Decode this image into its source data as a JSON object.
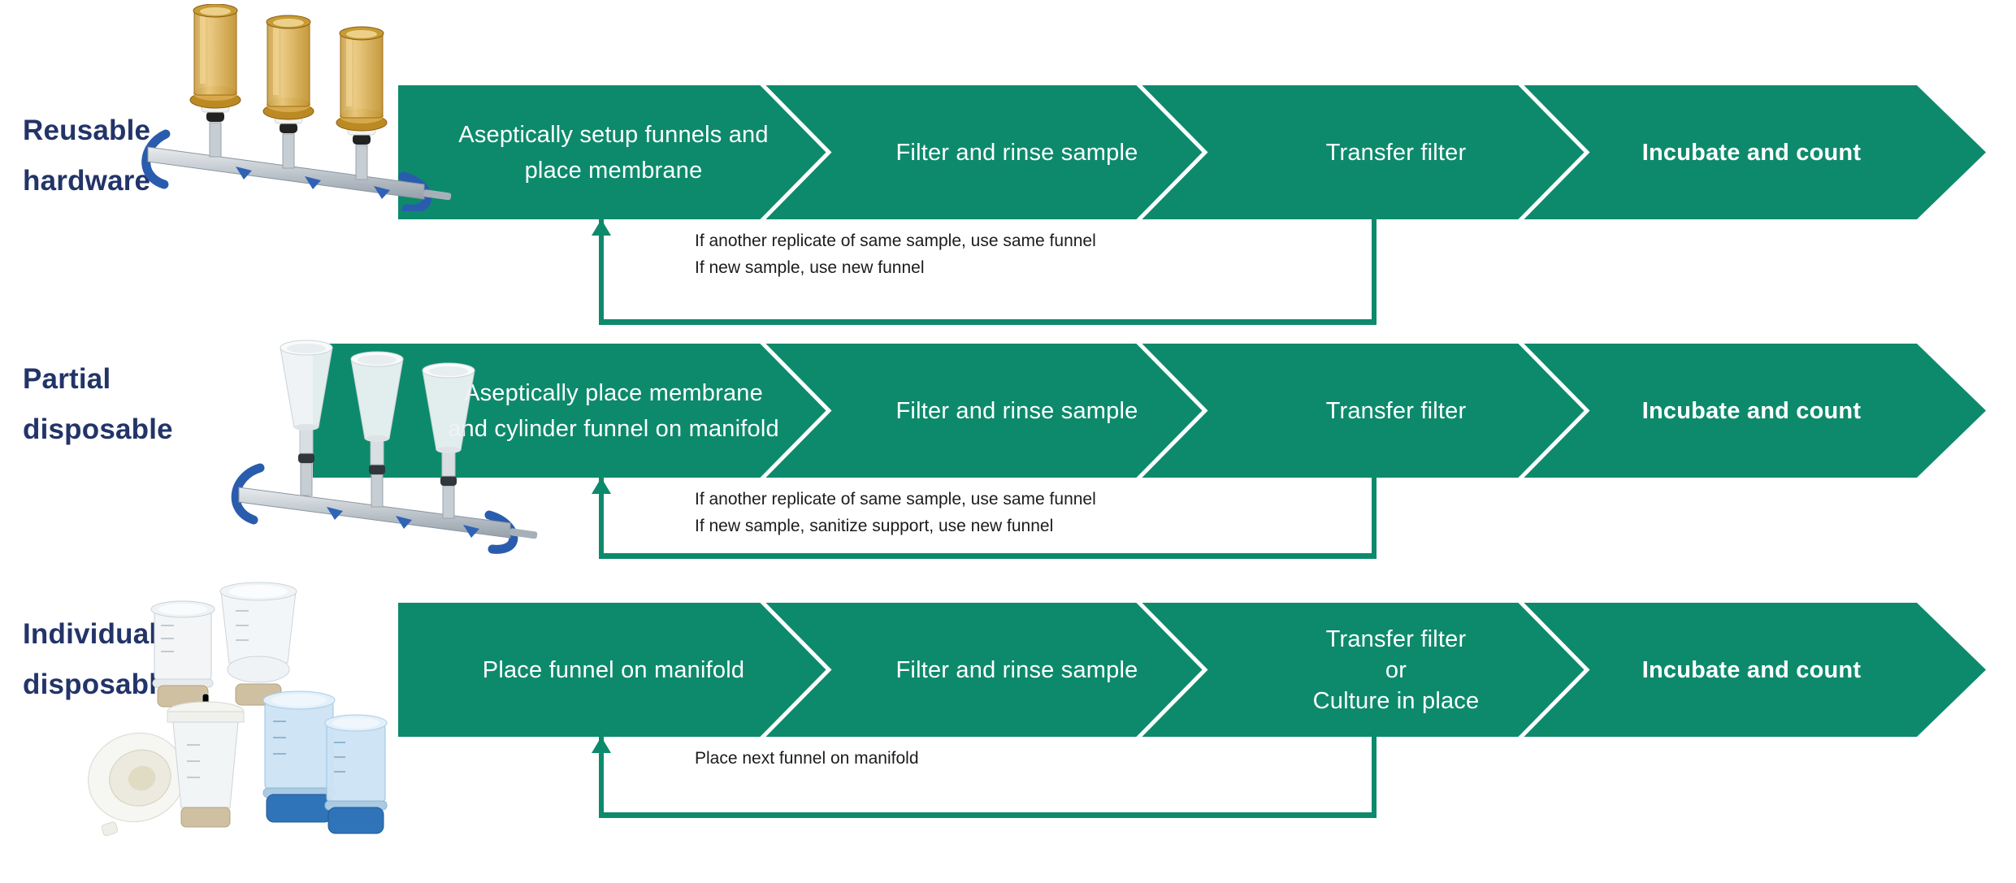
{
  "colors": {
    "arrow_green": "#0d8a6c",
    "label_navy": "#223468",
    "step_text": "#ffffff",
    "note_text": "#1c1c1c",
    "manifold_handle_blue": "#2a5cae",
    "amber_funnel": "#d9a94e",
    "disposable_base_tan": "#cfc0a2",
    "disposable_base_blue": "#2f74b8"
  },
  "rows": [
    {
      "id": "reusable-hardware",
      "label_lines": [
        "Reusable",
        "hardware"
      ],
      "photo": "three amber reusable funnels on stainless manifold",
      "steps": [
        {
          "lines": [
            "Aseptically setup funnels and",
            "place membrane"
          ]
        },
        {
          "lines": [
            "Filter and rinse sample"
          ]
        },
        {
          "lines": [
            "Transfer filter"
          ]
        },
        {
          "lines": [
            "Incubate and count"
          ],
          "emphasis": "bold"
        }
      ],
      "loop_note_lines": [
        "If another replicate of same sample, use same funnel",
        "If new sample, use new funnel"
      ]
    },
    {
      "id": "partial-disposable",
      "label_lines": [
        "Partial",
        "disposable"
      ],
      "photo": "three clear disposable funnels on stainless manifold",
      "steps": [
        {
          "lines": [
            "Aseptically place membrane",
            "and cylinder funnel on manifold"
          ]
        },
        {
          "lines": [
            "Filter and rinse sample"
          ]
        },
        {
          "lines": [
            "Transfer filter"
          ]
        },
        {
          "lines": [
            "Incubate and count"
          ],
          "emphasis": "bold"
        }
      ],
      "loop_note_lines": [
        "If another replicate of same sample, use same funnel",
        "If new sample, sanitize support, use new funnel"
      ]
    },
    {
      "id": "individual-disposable",
      "label_lines": [
        "Individual",
        "disposable"
      ],
      "photo": "individual single-use filter funnel units",
      "steps": [
        {
          "lines": [
            "Place funnel on manifold"
          ]
        },
        {
          "lines": [
            "Filter and rinse sample"
          ]
        },
        {
          "lines": [
            "Transfer filter",
            "or",
            "Culture in place"
          ]
        },
        {
          "lines": [
            "Incubate and count"
          ],
          "emphasis": "bold"
        }
      ],
      "loop_note_lines": [
        "Place next funnel on manifold"
      ]
    }
  ]
}
